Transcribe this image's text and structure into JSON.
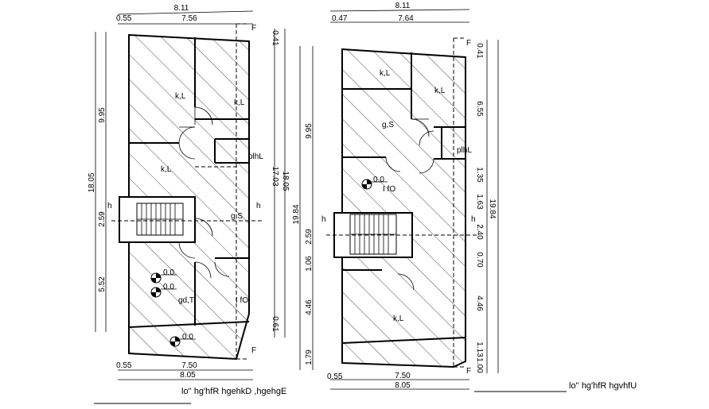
{
  "plan_left": {
    "dims_top": {
      "total": "8.11",
      "left": "0.55",
      "main": "7.56"
    },
    "dims_bottom": {
      "left": "0.55",
      "main": "7.50",
      "total": "8.05"
    },
    "dims_left": {
      "total": "18.05",
      "a": "9.95",
      "b": "2.59",
      "c": "5.52"
    },
    "dims_right": {
      "a": "0.41",
      "b": "17.03",
      "c": "0.61",
      "total": "18.05"
    },
    "rooms": [
      "k,L",
      "k,L",
      "k,L",
      "plhL",
      "g,S",
      "gd,T",
      "I fO"
    ],
    "levels": [
      "0.0",
      "0.0",
      "0.0"
    ],
    "marks": [
      "F",
      "F",
      "h",
      "h"
    ],
    "caption": "lo'' hg'hfR hgehkD ,hgehgE"
  },
  "plan_right": {
    "dims_top": {
      "total": "8.11",
      "left": "0.47",
      "main": "7.64"
    },
    "dims_bottom": {
      "left": "0.55",
      "main": "7.50",
      "total": "8.05"
    },
    "dims_left": {
      "total": "19.84",
      "a": "9.95",
      "b": "2.59",
      "c": "1.06",
      "d": "4.46",
      "e": "1.79"
    },
    "dims_right": {
      "a": "0.41",
      "b": "6.55",
      "c": "1.35",
      "d": "1.63",
      "e": "2.40",
      "f": "0.70",
      "g": "4.46",
      "h": "1.13",
      "i": "1.00",
      "total": "19.84"
    },
    "rooms": [
      "k,L",
      "k,L",
      "g,S",
      "plhL",
      "I fO",
      "k,L"
    ],
    "levels": [
      "0.0"
    ],
    "marks": [
      "F",
      "F",
      "h",
      "h"
    ],
    "caption": "lo'' hg'hfR hgvhfU"
  }
}
